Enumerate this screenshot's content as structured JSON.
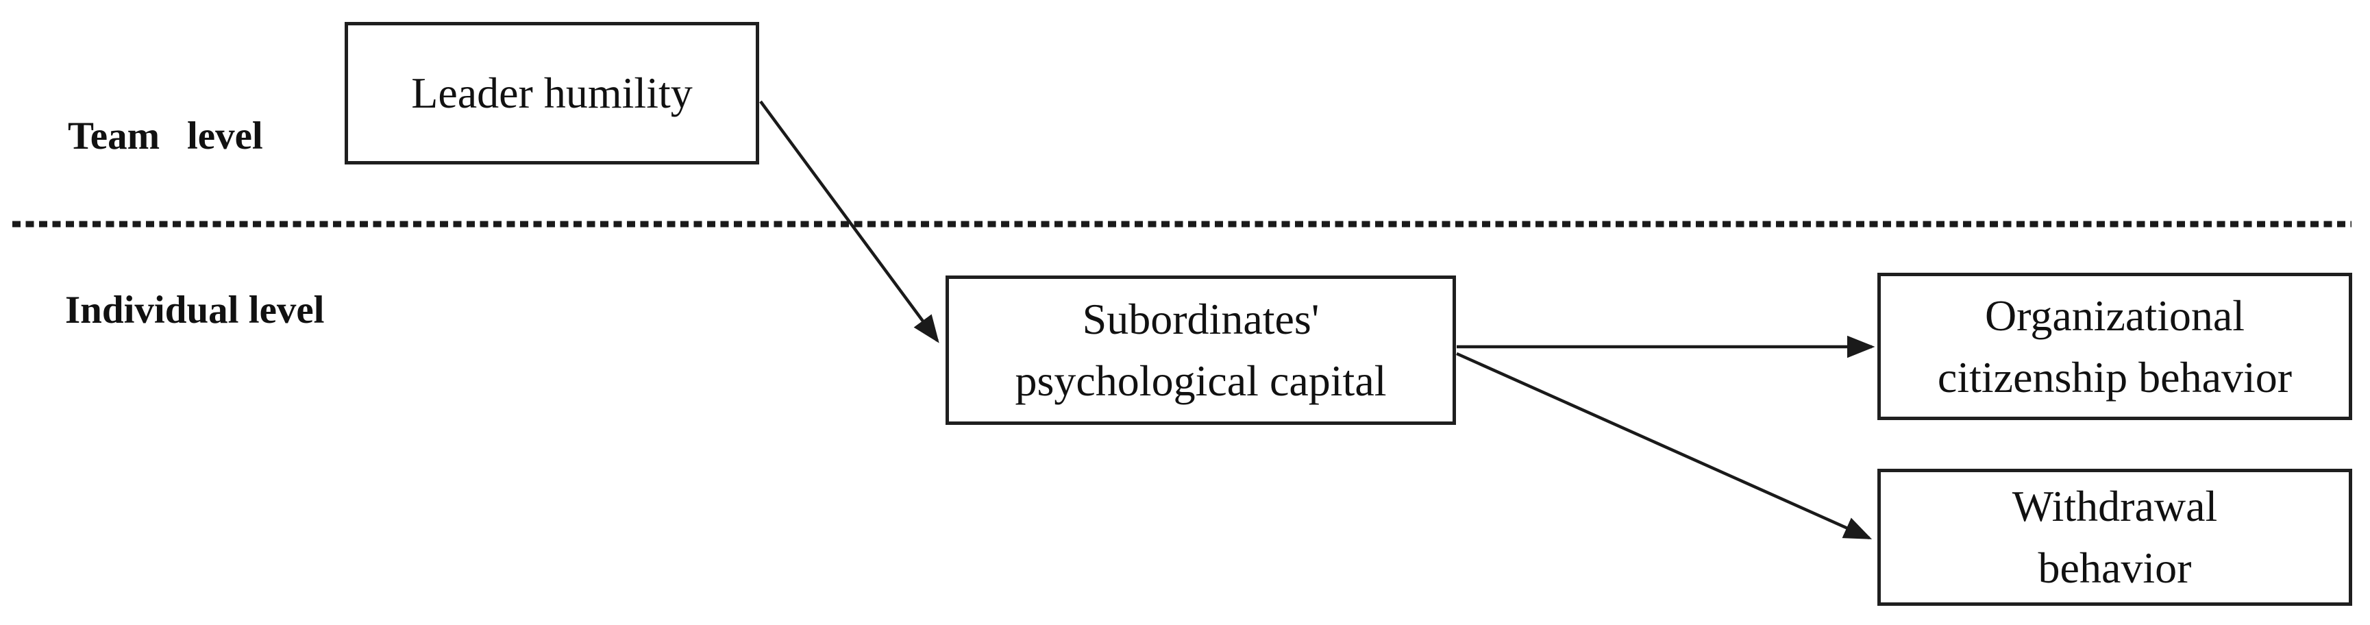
{
  "diagram": {
    "title_hint": "Multilevel conceptual model of leader humility effects",
    "background_color": "#ffffff",
    "line_color": "#1a1a1a",
    "text_color": "#111111",
    "levels": [
      {
        "id": "team",
        "label": "Team level"
      },
      {
        "id": "individual",
        "label": "Individual level"
      }
    ],
    "divider": {
      "style": "dashed",
      "orientation": "horizontal",
      "separates": [
        "Team level",
        "Individual level"
      ]
    },
    "nodes": {
      "leader_humility": {
        "level": "team",
        "lines": [
          "Leader humility"
        ]
      },
      "subordinates_psychological_capital": {
        "level": "individual",
        "lines": [
          "Subordinates'",
          "psychological capital"
        ]
      },
      "organizational_citizenship_behavior": {
        "level": "individual",
        "lines": [
          "Organizational",
          "citizenship behavior"
        ]
      },
      "withdrawal_behavior": {
        "level": "individual",
        "lines": [
          "Withdrawal",
          "behavior"
        ]
      }
    },
    "edges": [
      {
        "from": "leader_humility",
        "to": "subordinates_psychological_capital",
        "type": "arrow"
      },
      {
        "from": "subordinates_psychological_capital",
        "to": "organizational_citizenship_behavior",
        "type": "arrow"
      },
      {
        "from": "subordinates_psychological_capital",
        "to": "withdrawal_behavior",
        "type": "arrow"
      }
    ]
  }
}
